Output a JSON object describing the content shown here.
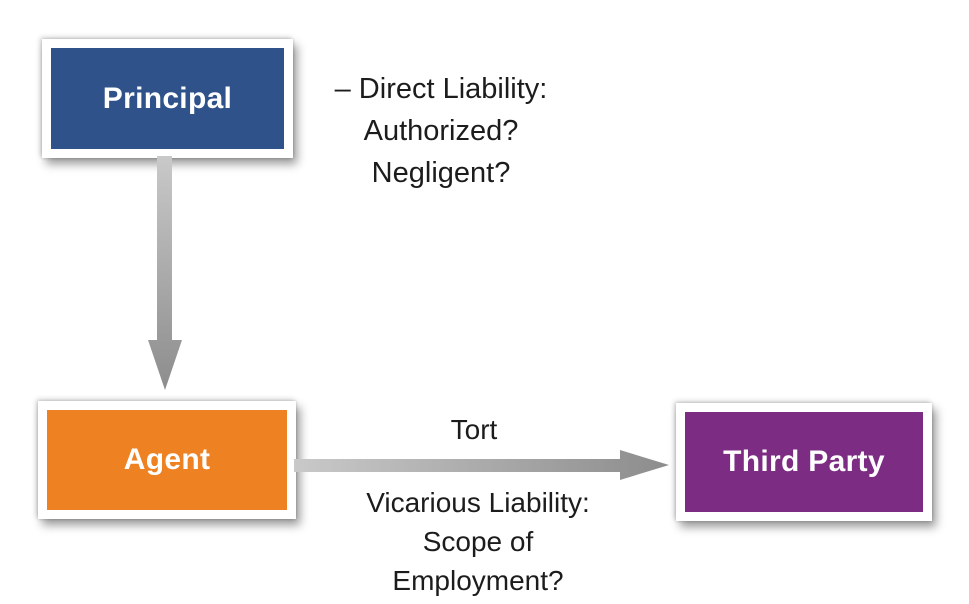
{
  "canvas": {
    "background": "#FFFFFF"
  },
  "nodes": [
    {
      "id": "principal",
      "label": "Principal",
      "fill": "#2E5289",
      "text_color": "#FFFFFF"
    },
    {
      "id": "agent",
      "label": "Agent",
      "fill": "#EE8122",
      "text_color": "#FFFFFF"
    },
    {
      "id": "third_party",
      "label": "Third Party",
      "fill": "#7C2C83",
      "text_color": "#FFFFFF"
    }
  ],
  "edges": [
    {
      "from": "Principal",
      "to": "Agent",
      "direction": "down"
    },
    {
      "from": "Agent",
      "to": "Third Party",
      "direction": "right",
      "label": "Tort"
    }
  ],
  "annotations": {
    "direct_liability": {
      "line1": "– Direct Liability:",
      "line2": "Authorized?",
      "line3": "Negligent?"
    },
    "tort": "Tort",
    "vicarious_liability": {
      "line1": "Vicarious Liability:",
      "line2": "Scope of",
      "line3": "Employment?"
    }
  },
  "arrow": {
    "color_light": "#C9C9C9",
    "color_dark": "#8C8C8C"
  }
}
